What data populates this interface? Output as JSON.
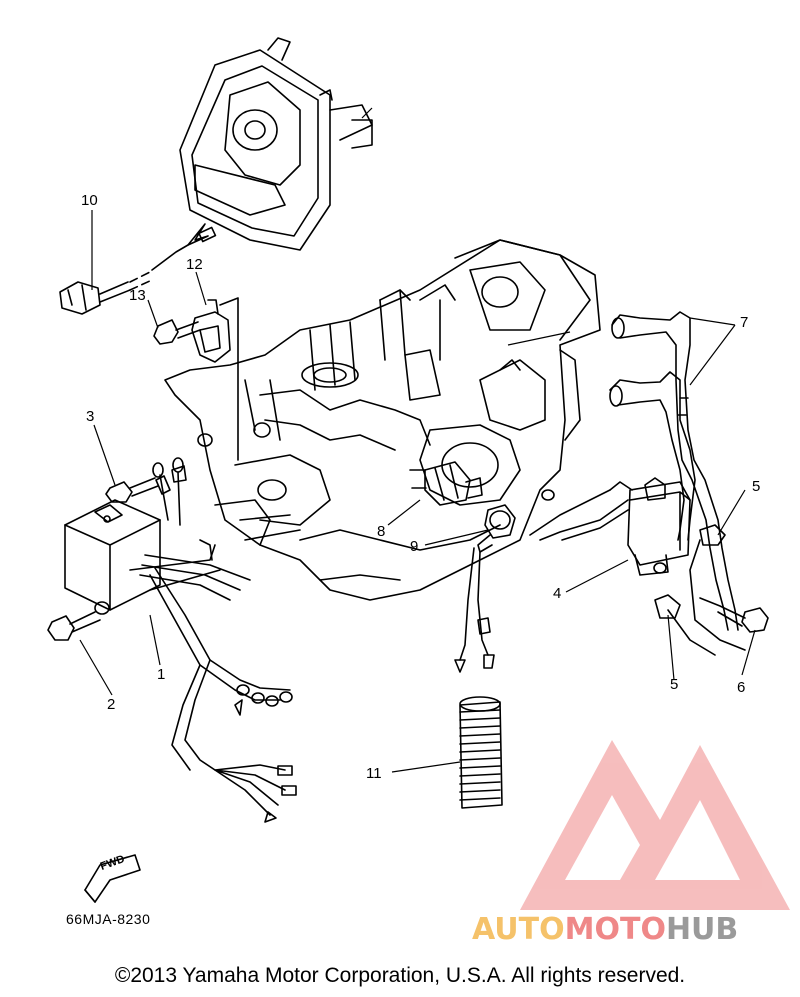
{
  "callouts": [
    {
      "id": "1",
      "label": "1"
    },
    {
      "id": "2",
      "label": "2"
    },
    {
      "id": "3",
      "label": "3"
    },
    {
      "id": "4",
      "label": "4"
    },
    {
      "id": "5a",
      "label": "5"
    },
    {
      "id": "5b",
      "label": "5"
    },
    {
      "id": "6",
      "label": "6"
    },
    {
      "id": "7",
      "label": "7"
    },
    {
      "id": "8",
      "label": "8"
    },
    {
      "id": "9",
      "label": "9"
    },
    {
      "id": "10",
      "label": "10"
    },
    {
      "id": "11",
      "label": "11"
    },
    {
      "id": "12",
      "label": "12"
    },
    {
      "id": "13",
      "label": "13"
    }
  ],
  "direction_label": "FWD",
  "diagram_ref": "66MJA-8230",
  "copyright": "©2013 Yamaha Motor Corporation, U.S.A. All rights reserved.",
  "watermark": {
    "part1": "AUTO",
    "part2": "MOTO",
    "part3": "HUB"
  },
  "colors": {
    "line": "#000000",
    "watermark_red": "#ef8888",
    "watermark_yellow": "#f5c26a",
    "watermark_gray": "#9a9a9a"
  }
}
